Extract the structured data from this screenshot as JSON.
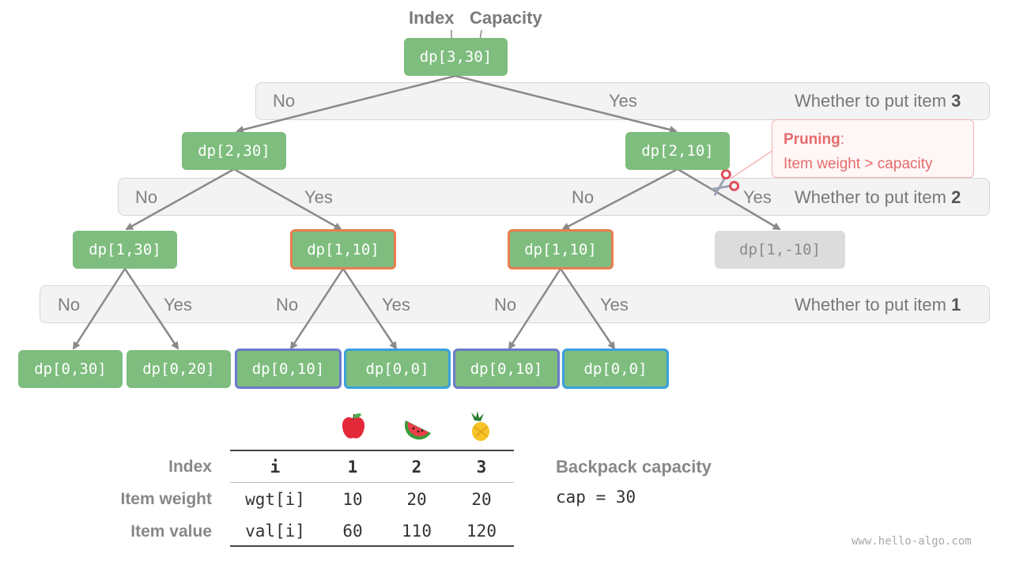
{
  "header": {
    "index_label": "Index",
    "capacity_label": "Capacity"
  },
  "bands": [
    {
      "prefix": "Whether to put item ",
      "item": "3",
      "labels": [
        "No",
        "Yes"
      ]
    },
    {
      "prefix": "Whether to put item ",
      "item": "2",
      "labels": [
        "No",
        "Yes",
        "No",
        "Yes"
      ]
    },
    {
      "prefix": "Whether to put item ",
      "item": "1",
      "labels": [
        "No",
        "Yes",
        "No",
        "Yes",
        "No",
        "Yes"
      ]
    }
  ],
  "nodes": {
    "root": "dp[3,30]",
    "l1": [
      "dp[2,30]",
      "dp[2,10]"
    ],
    "l2": [
      "dp[1,30]",
      "dp[1,10]",
      "dp[1,10]",
      "dp[1,-10]"
    ],
    "l3": [
      "dp[0,30]",
      "dp[0,20]",
      "dp[0,10]",
      "dp[0,0]",
      "dp[0,10]",
      "dp[0,0]"
    ]
  },
  "pruning": {
    "title": "Pruning",
    "colon": ":",
    "text": "Item weight > capacity",
    "icon": "scissors-icon"
  },
  "items_table": {
    "fruit_icons": [
      "apple-icon",
      "watermelon-icon",
      "pineapple-icon"
    ],
    "header_row": {
      "label": "Index",
      "cells": [
        "i",
        "1",
        "2",
        "3"
      ]
    },
    "weight_row": {
      "label": "Item weight",
      "cells": [
        "wgt[i]",
        "10",
        "20",
        "20"
      ]
    },
    "value_row": {
      "label": "Item value",
      "cells": [
        "val[i]",
        "60",
        "110",
        "120"
      ]
    }
  },
  "backpack": {
    "title": "Backpack capacity",
    "value": "cap = 30"
  },
  "watermark": "www.hello-algo.com",
  "colors": {
    "node_green": "#7ebd7e",
    "node_gray": "#dcdcdc",
    "highlight_orange": "#ea7d4f",
    "highlight_purple": "#6c7ac9",
    "highlight_blue": "#3aa0dc",
    "pruning_red": "#e56b6b",
    "edge_gray": "#8a8a8a"
  }
}
